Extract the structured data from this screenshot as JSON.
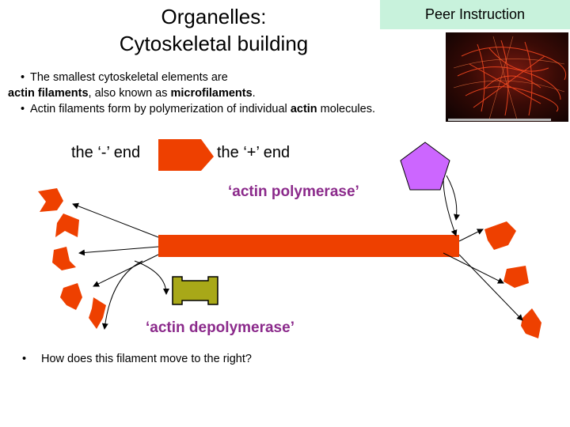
{
  "title": {
    "line1": "Organelles:",
    "line2": "Cytoskeletal building"
  },
  "badge": "Peer Instruction",
  "bullets": [
    {
      "marker": "•",
      "pre": "The smallest cytoskeletal elements are",
      "b1": "actin filaments",
      "mid": ", also known as ",
      "b2": "microfilaments",
      "post": "."
    },
    {
      "marker": "•",
      "pre": "Actin filaments form by polymerization of individual ",
      "b1": "actin",
      "post": " molecules."
    }
  ],
  "ends": {
    "minus": "the ‘-’ end",
    "plus": "the ‘+’ end"
  },
  "enzymes": {
    "polymerase": "‘actin polymerase’",
    "depolymerase": "‘actin depolymerase’"
  },
  "question": {
    "marker": "•",
    "text": "How does this filament move to the right?"
  },
  "colors": {
    "actin": "#ee4000",
    "polymerase": "#cc66ff",
    "depolymerase": "#a8a818",
    "badge": "#c8f2dc",
    "label": "#8b2a8b"
  }
}
